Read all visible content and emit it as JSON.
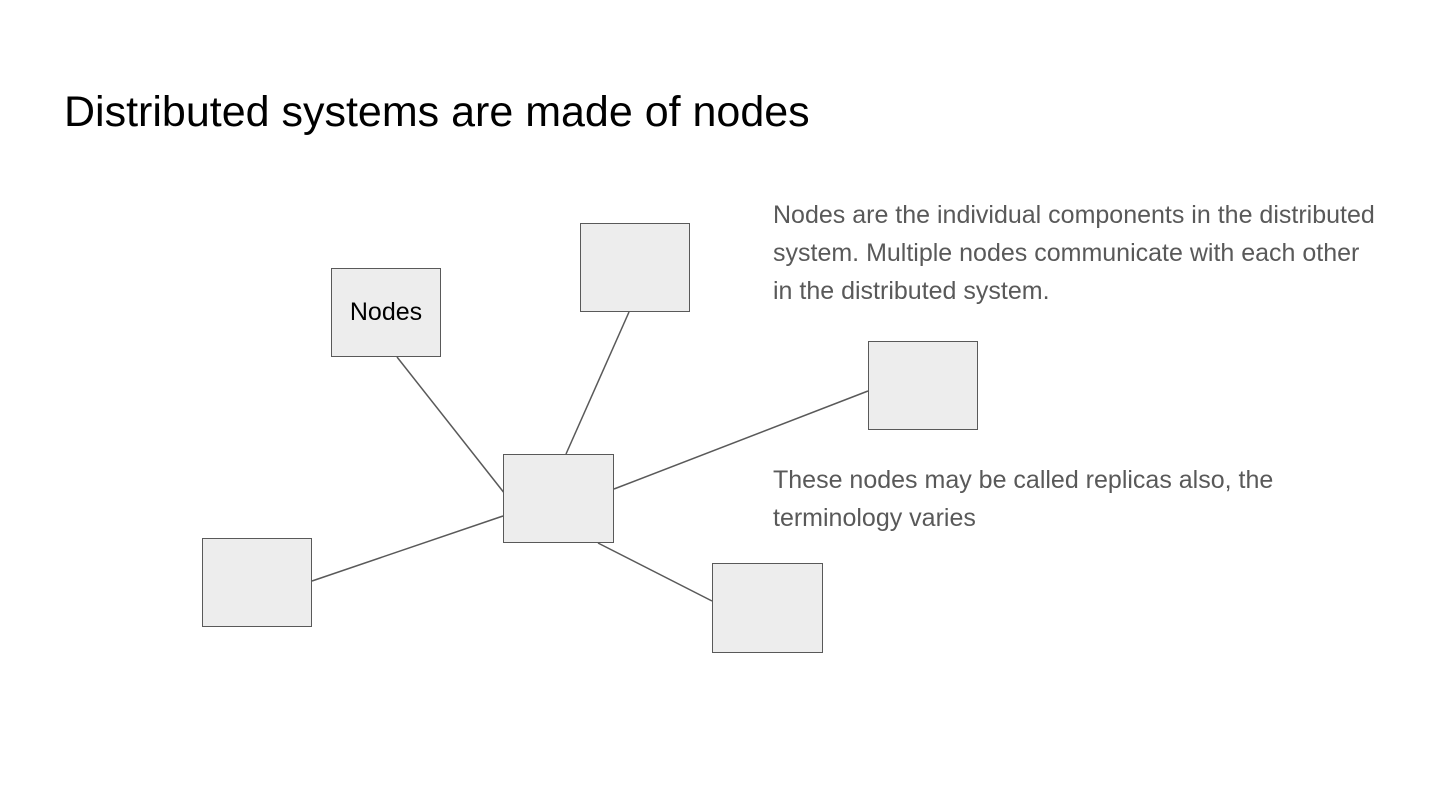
{
  "slide": {
    "title": "Distributed systems are made of nodes"
  },
  "diagram": {
    "node_label": "Nodes",
    "node_count": 6
  },
  "text": {
    "paragraph1": "Nodes are the individual components in the distributed system. Multiple nodes communicate with each other in the distributed system.",
    "paragraph2": "These nodes may be called replicas also, the terminology varies"
  },
  "colors": {
    "node_fill": "#ededed",
    "node_border": "#595959",
    "connector": "#595959",
    "body_text": "#595959",
    "title_text": "#000000",
    "background": "#ffffff"
  }
}
